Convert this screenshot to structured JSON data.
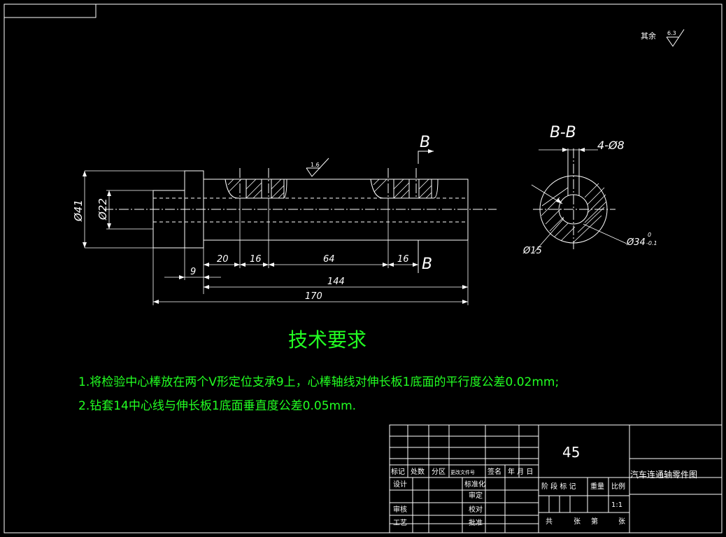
{
  "surface_note": {
    "label": "其余",
    "roughness": "6.3"
  },
  "section": {
    "title": "B-B",
    "holes": "4-Ø8",
    "inner": "Ø15",
    "outer": "Ø34",
    "tol_upper": "0",
    "tol_lower": "-0.1"
  },
  "roughness_side": "1.6",
  "section_marks": [
    "B",
    "B"
  ],
  "dims": {
    "d_outer": "Ø41",
    "d_inner": "Ø22",
    "d20": "20",
    "d16a": "16",
    "d64": "64",
    "d16b": "16",
    "d9": "9",
    "d144": "144",
    "d170": "170"
  },
  "tech": {
    "title": "技术要求",
    "line1": "1.将检验中心棒放在两个V形定位支承9上，心棒轴线对伸长板1底面的平行度公差0.02mm;",
    "line2": "2.钻套14中心线与伸长板1底面垂直度公差0.05mm."
  },
  "title_block": {
    "material": "45",
    "drawing_name": "汽车连通轴零件图",
    "h_marker": "标记",
    "h_count": "处数",
    "h_zone": "分区",
    "h_doc": "更改文件号",
    "h_sign": "签名",
    "h_date": "年 月 日",
    "r_design": "设计",
    "r_std": "标准化",
    "r_check": "审核",
    "r_proc": "工艺",
    "r_review": "批准",
    "r_approve1": "校对",
    "r_approve2": "审定",
    "stage": "阶 段 标 记",
    "weight": "重量",
    "scale": "比例",
    "scale_val": "1:1",
    "sheets_total": "共",
    "sheets_unit": "张",
    "sheet_no": "第",
    "sheet_unit2": "张"
  }
}
